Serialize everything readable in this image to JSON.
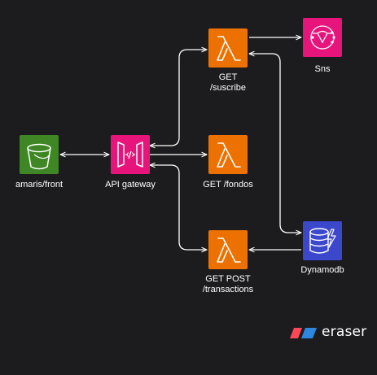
{
  "nodes": {
    "s3": {
      "label": "amaris/front",
      "icon": "bucket-icon",
      "color": "#3f8624"
    },
    "api_gateway": {
      "label": "API gateway",
      "icon": "api-gateway-icon",
      "color": "#e7157b"
    },
    "lambda_suscribe": {
      "label": "GET\n/suscribe",
      "icon": "lambda-icon",
      "color": "#ed7100"
    },
    "lambda_fondos": {
      "label": "GET /fondos",
      "icon": "lambda-icon",
      "color": "#ed7100"
    },
    "lambda_transactions": {
      "label": "GET POST\n/transactions",
      "icon": "lambda-icon",
      "color": "#ed7100"
    },
    "sns": {
      "label": "Sns",
      "icon": "sns-icon",
      "color": "#e7157b"
    },
    "dynamodb": {
      "label": "Dynamodb",
      "icon": "dynamodb-icon",
      "color": "#3b48cc"
    }
  },
  "brand": {
    "name": "eraser",
    "icon": "eraser-logo-icon",
    "colors": [
      "#ff4757",
      "#2e86de"
    ]
  },
  "colors": {
    "background": "#1c1c1e",
    "edge": "#ffffff"
  }
}
